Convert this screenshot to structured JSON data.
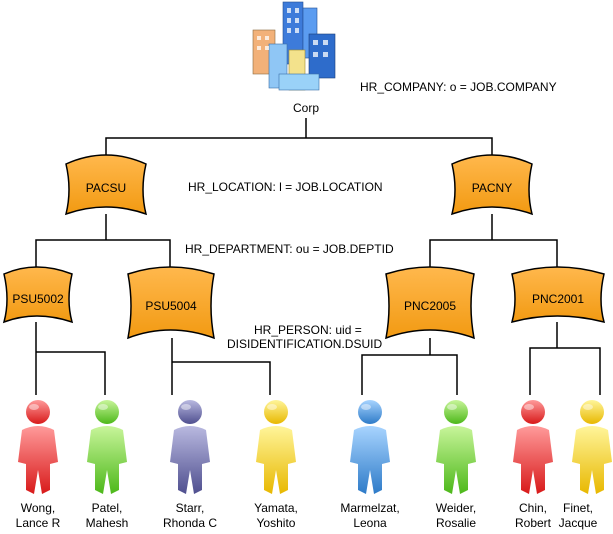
{
  "root": {
    "label": "Corp",
    "icon": "buildings-icon"
  },
  "mappings": {
    "company": "HR_COMPANY: o = JOB.COMPANY",
    "location": "HR_LOCATION: l = JOB.LOCATION",
    "department": "HR_DEPARTMENT: ou = JOB.DEPTID",
    "person_line1": "HR_PERSON: uid =",
    "person_line2": "DISIDENTIFICATION.DSUID"
  },
  "locations": [
    {
      "label": "PACSU"
    },
    {
      "label": "PACNY"
    }
  ],
  "departments": [
    {
      "label": "PSU5002"
    },
    {
      "label": "PSU5004"
    },
    {
      "label": "PNC2005"
    },
    {
      "label": "PNC2001"
    }
  ],
  "people": [
    {
      "line1": "Wong,",
      "line2": "Lance R",
      "color": "red"
    },
    {
      "line1": "Patel,",
      "line2": "Mahesh",
      "color": "green"
    },
    {
      "line1": "Starr,",
      "line2": "Rhonda C",
      "color": "purple"
    },
    {
      "line1": "Yamata,",
      "line2": "Yoshito",
      "color": "yellow"
    },
    {
      "line1": "Marmelzat,",
      "line2": "Leona",
      "color": "blue"
    },
    {
      "line1": "Weider,",
      "line2": "Rosalie",
      "color": "green"
    },
    {
      "line1": "Chin,",
      "line2": "Robert",
      "color": "red"
    },
    {
      "line1": "Finet,",
      "line2": "Jacque",
      "color": "yellow"
    }
  ],
  "colors": {
    "node_fill": "#F5A623",
    "node_stroke": "#000000",
    "line": "#000000"
  }
}
